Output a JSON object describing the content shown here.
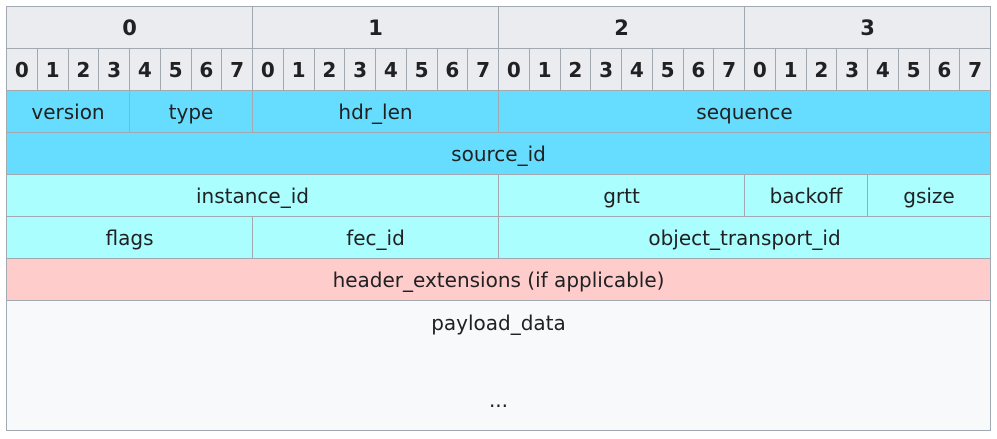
{
  "octets": [
    "0",
    "1",
    "2",
    "3"
  ],
  "bits": [
    "0",
    "1",
    "2",
    "3",
    "4",
    "5",
    "6",
    "7"
  ],
  "fields": {
    "version": "version",
    "type": "type",
    "hdr_len": "hdr_len",
    "sequence": "sequence",
    "source_id": "source_id",
    "instance_id": "instance_id",
    "grtt": "grtt",
    "backoff": "backoff",
    "gsize": "gsize",
    "flags": "flags",
    "fec_id": "fec_id",
    "object_transport_id": "object_transport_id",
    "header_extensions": "header_extensions (if applicable)",
    "payload_data": "payload_data",
    "ellipsis": "..."
  },
  "colors": {
    "header_bg": "#eaecf0",
    "blue": "#66ddfe",
    "cyan": "#aafefe",
    "pink": "#ffcccc",
    "payload_bg": "#f8f9fa",
    "border": "#a2a9b1"
  }
}
